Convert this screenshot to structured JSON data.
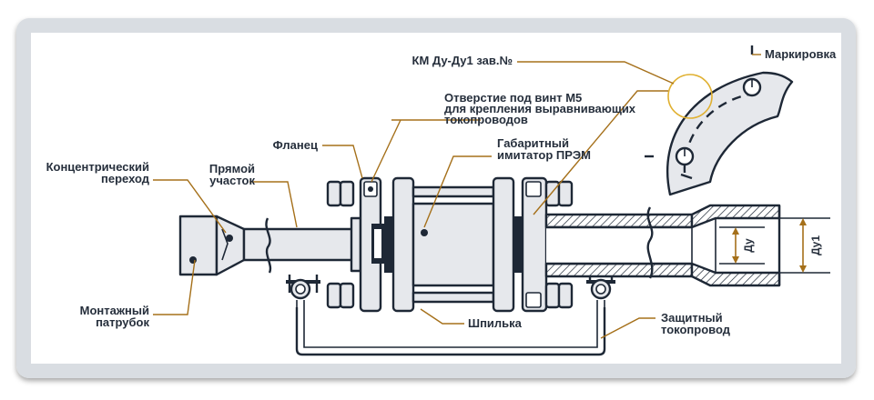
{
  "labels": {
    "km_marking": "КМ Ду-Ду1 зав.№",
    "marking": "Маркировка",
    "hole_line1": "Отверстие под винт М5",
    "hole_line2": "для крепления выравнивающих",
    "hole_line3": "токопроводов",
    "flange": "Фланец",
    "dummy_line1": "Габаритный",
    "dummy_line2": "имитатор ПРЭМ",
    "reducer_line1": "Концентрический",
    "reducer_line2": "переход",
    "straight_line1": "Прямой",
    "straight_line2": "участок",
    "nozzle_line1": "Монтажный",
    "nozzle_line2": "патрубок",
    "stud": "Шпилька",
    "conductor_line1": "Защитный",
    "conductor_line2": "токопровод",
    "dim_du": "Ду",
    "dim_du1": "Ду1"
  },
  "colors": {
    "frame": "#d9dde2",
    "panel": "#ffffff",
    "body_fill": "#e6e8ec",
    "stroke": "#1e2836",
    "text": "#262f3c",
    "leader": "#a5701a",
    "highlight": "#e0b030"
  }
}
